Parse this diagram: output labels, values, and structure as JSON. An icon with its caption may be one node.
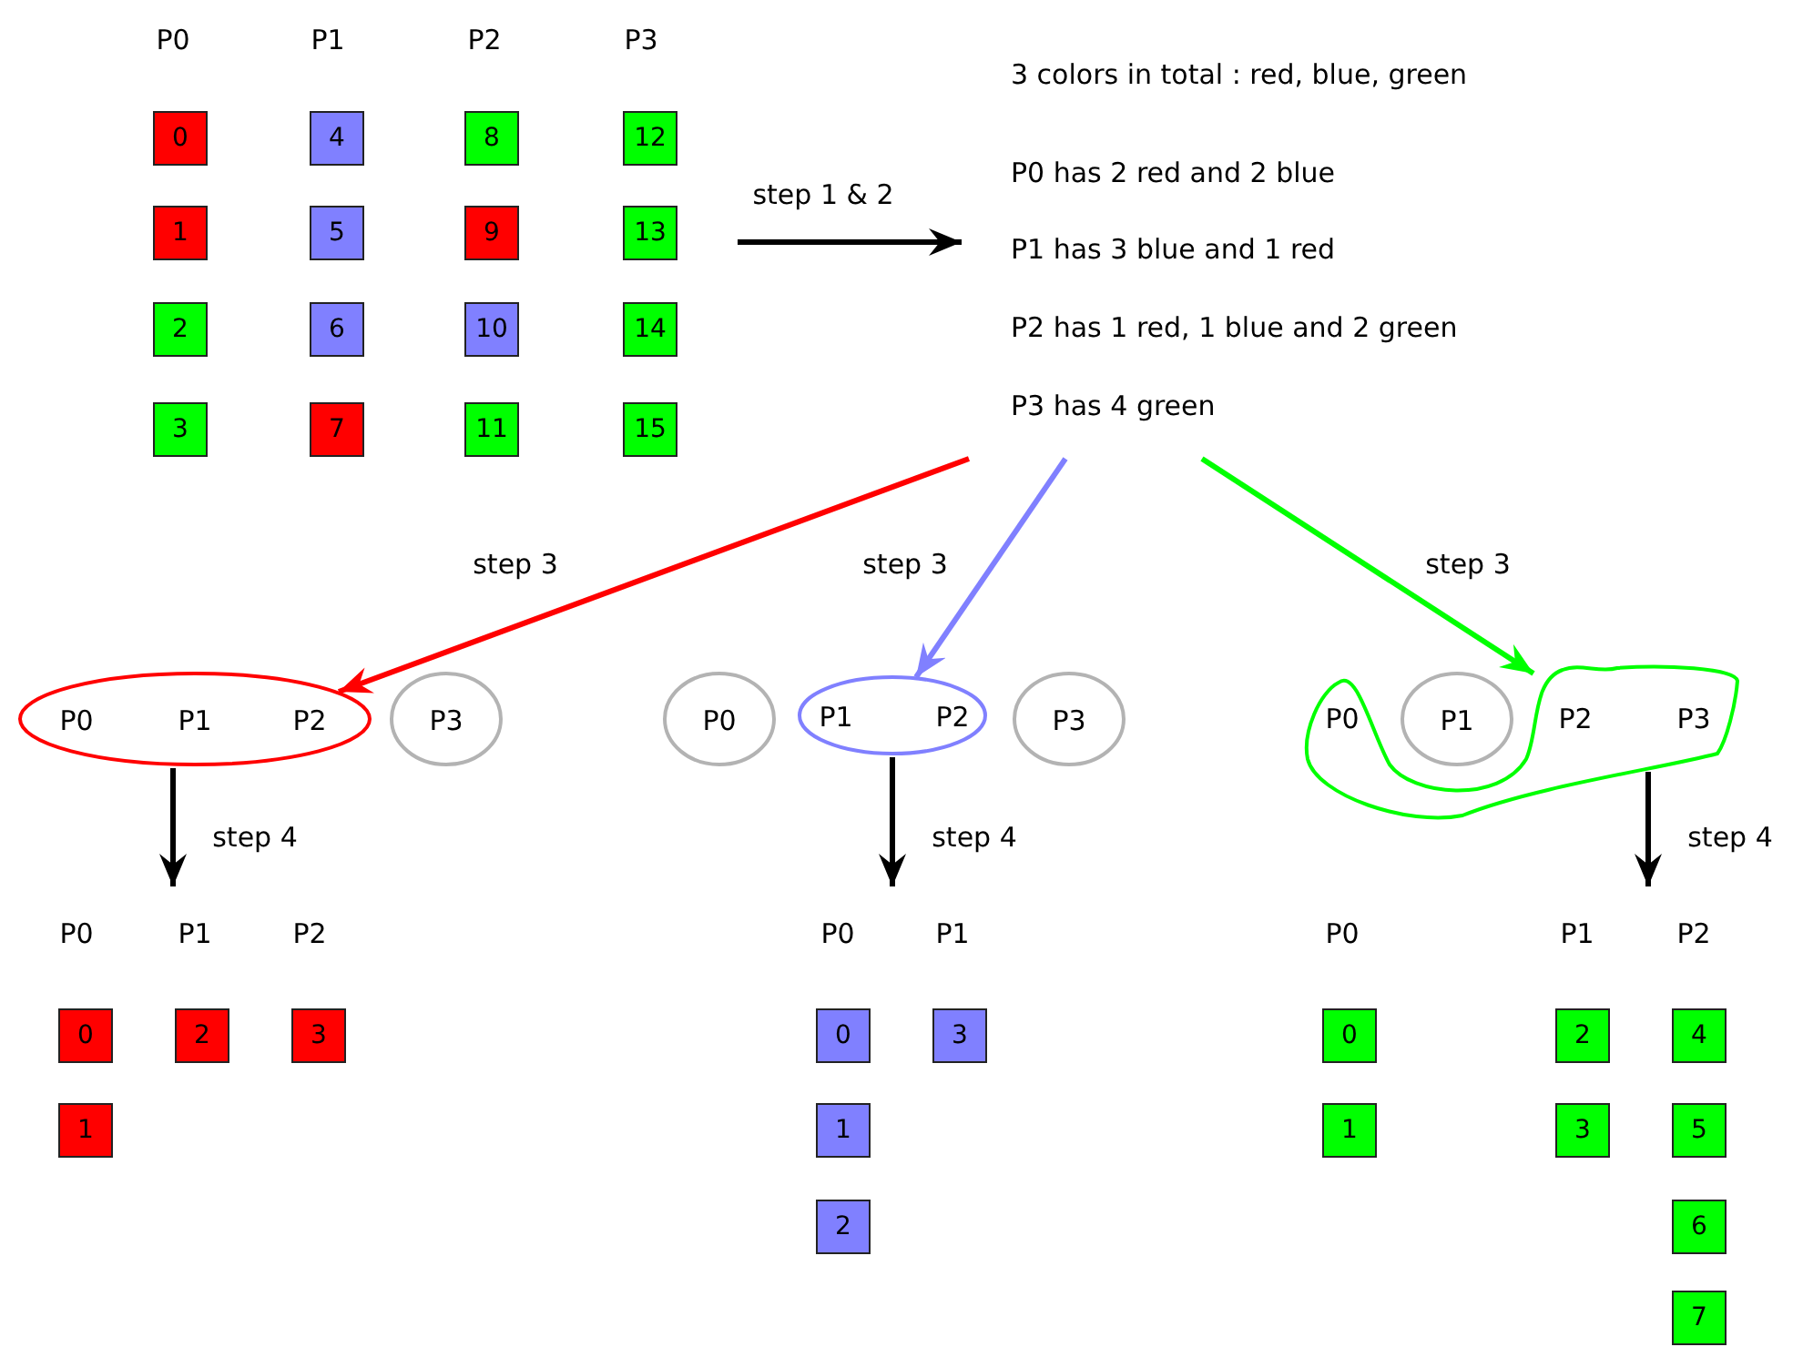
{
  "diagram": {
    "nodes": [
      {
        "text": [
          "0"
        ]
      },
      {
        "text": [
          "4"
        ]
      },
      {
        "text": [
          "8"
        ]
      },
      {
        "text": [
          "12"
        ]
      },
      {
        "text": [
          "1"
        ]
      },
      {
        "text": [
          "5"
        ]
      },
      {
        "text": [
          "9"
        ]
      },
      {
        "text": [
          "13"
        ]
      },
      {
        "text": [
          "2"
        ]
      },
      {
        "text": [
          "6"
        ]
      },
      {
        "text": [
          "10"
        ]
      },
      {
        "text": [
          "14"
        ]
      },
      {
        "text": [
          "3"
        ]
      },
      {
        "text": [
          "7"
        ]
      },
      {
        "text": [
          "11"
        ]
      },
      {
        "text": [
          "15"
        ]
      },
      {
        "text": [
          "3 colors in total : red, blue, green",
          "P0 has 2 red and 2 blue",
          "P1 has 3 blue and 1 red",
          "P2 has 1 red, 1 blue and 2 green",
          "P3 has 4 green"
        ]
      },
      {
        "text": [
          "P0",
          "P1",
          "P2"
        ]
      },
      {
        "text": [
          "P3"
        ]
      },
      {
        "text": [
          "P0"
        ]
      },
      {
        "text": [
          "P1",
          "P2"
        ]
      },
      {
        "text": [
          "P3"
        ]
      },
      {
        "text": [
          "P0",
          "P2",
          "P3"
        ]
      },
      {
        "text": [
          "P1"
        ]
      },
      {
        "text": [
          "0"
        ]
      },
      {
        "text": [
          "2"
        ]
      },
      {
        "text": [
          "3"
        ]
      },
      {
        "text": [
          "0"
        ]
      },
      {
        "text": [
          "3"
        ]
      },
      {
        "text": [
          "0"
        ]
      },
      {
        "text": [
          "2"
        ]
      },
      {
        "text": [
          "4"
        ]
      },
      {
        "text": [
          "1"
        ]
      },
      {
        "text": [
          "1"
        ]
      },
      {
        "text": [
          "1"
        ]
      },
      {
        "text": [
          "3"
        ]
      },
      {
        "text": [
          "5"
        ]
      },
      {
        "text": [
          "2"
        ]
      },
      {
        "text": [
          "6"
        ]
      },
      {
        "text": [
          "7"
        ]
      }
    ],
    "edges": [
      {
        "from": null,
        "to": 16,
        "arrow": "to",
        "label": "step 1 & 2"
      },
      {
        "from": 16,
        "to": 17,
        "arrow": "to",
        "label": "step 3",
        "color": "#ff0000"
      },
      {
        "from": 16,
        "to": 20,
        "arrow": "to",
        "label": "step 3",
        "color": "#8080ff"
      },
      {
        "from": 16,
        "to": 22,
        "arrow": "to",
        "label": "step 3",
        "color": "#00ff00"
      },
      {
        "from": 17,
        "to": null,
        "arrow": "to",
        "label": "step 4"
      },
      {
        "from": 20,
        "to": null,
        "arrow": "to",
        "label": "step 4"
      },
      {
        "from": 22,
        "to": null,
        "arrow": "to",
        "label": "step 4"
      }
    ],
    "labels": [
      "P0",
      "P1",
      "P2",
      "P3",
      "P0",
      "P1",
      "P2",
      "P0",
      "P1",
      "P0",
      "P1",
      "P2"
    ]
  }
}
